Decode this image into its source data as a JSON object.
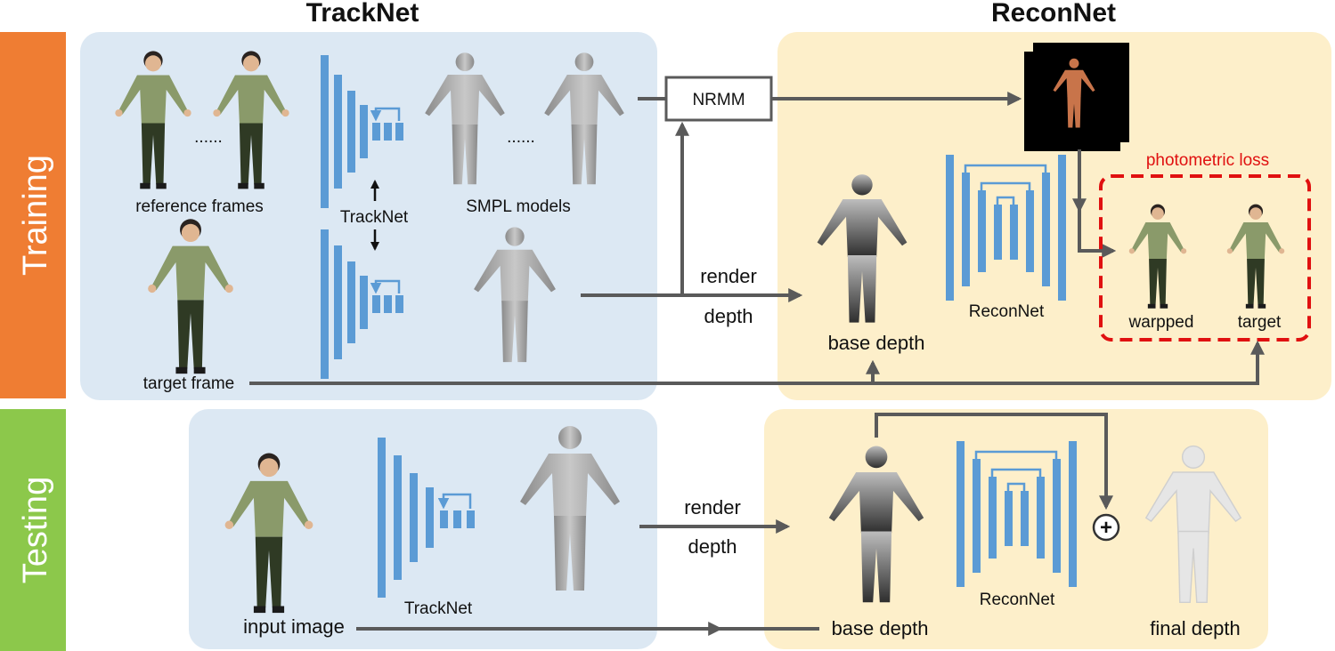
{
  "headers": {
    "tracknet": "TrackNet",
    "reconnet": "ReconNet"
  },
  "sidebars": {
    "training": "Training",
    "testing": "Testing"
  },
  "training": {
    "reference_frames": "reference frames",
    "dots": "......",
    "smpl_dots": "......",
    "tracknet_label": "TrackNet",
    "smpl_models": "SMPL models",
    "target_frame": "target frame",
    "nrmm": "NRMM",
    "render": "render",
    "depth": "depth",
    "base_depth": "base depth",
    "reconnet_label": "ReconNet",
    "photometric_loss": "photometric loss",
    "warpped": "warpped",
    "target": "target"
  },
  "testing": {
    "input_image": "input image",
    "tracknet_label": "TrackNet",
    "render": "render",
    "depth": "depth",
    "base_depth": "base depth",
    "reconnet_label": "ReconNet",
    "final_depth": "final depth",
    "plus_symbol": "+"
  },
  "colors": {
    "training_bar": "#ef7d33",
    "testing_bar": "#8cc84b",
    "blue_panel": "#dce8f3",
    "yellow_panel": "#fdefca",
    "network_blue": "#5b9bd5",
    "loss_red": "#e01010",
    "arrow_gray": "#5a5a5a"
  }
}
